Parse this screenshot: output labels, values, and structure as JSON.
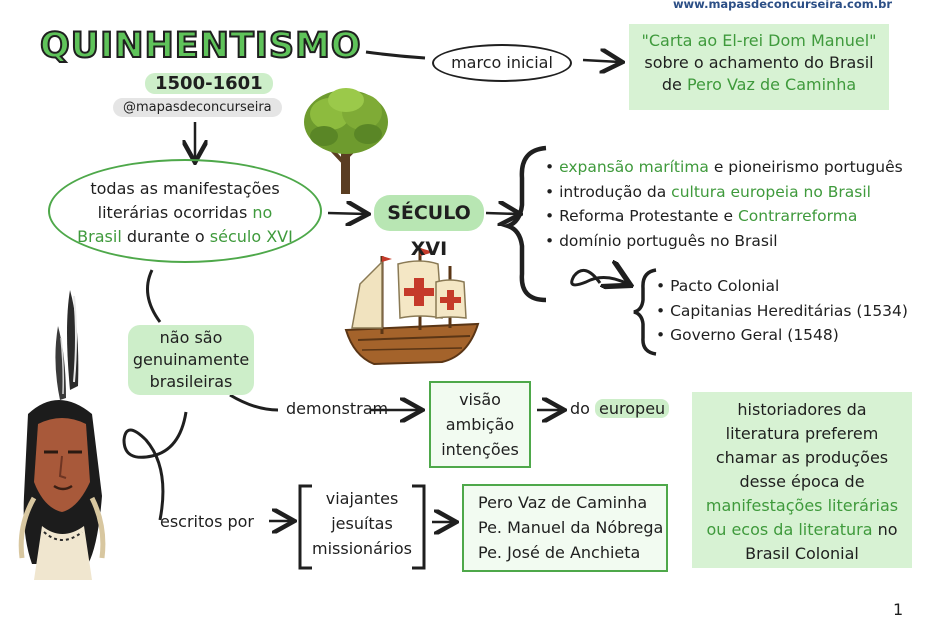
{
  "site": "www.mapasdeconcurseira.com.br",
  "title": "QUINHENTISMO",
  "dates": "1500-1601",
  "handle": "@mapasdeconcurseira",
  "marco": "marco inicial",
  "carta": {
    "line1": "\"Carta ao El-rei Dom Manuel\"",
    "line2": "sobre o achamento do Brasil",
    "line3_prefix": "de",
    "line3_name": "Pero Vaz de Caminha"
  },
  "definicao": {
    "line1": "todas as manifestações",
    "line2_a": "literárias ocorridas",
    "line2_b": "no",
    "line3_a": "Brasil",
    "line3_b": "durante o",
    "line3_c": "século XVI"
  },
  "seculo": "SÉCULO XVI",
  "seculo_items": [
    {
      "green": "expansão marítima",
      "rest": " e pioneirismo português",
      "lead": ""
    },
    {
      "lead": "introdução da ",
      "green": "cultura europeia no Brasil",
      "rest": ""
    },
    {
      "lead": "Reforma Protestante e ",
      "green": "Contrarreforma",
      "rest": ""
    },
    {
      "lead": "domínio português no Brasil",
      "green": "",
      "rest": ""
    }
  ],
  "dominio_items": [
    "Pacto Colonial",
    "Capitanias Hereditárias (1534)",
    "Governo Geral (1548)"
  ],
  "nao_sao": [
    "não são",
    "genuinamente",
    "brasileiras"
  ],
  "demonstram": "demonstram",
  "visao": [
    "visão",
    "ambição",
    "intenções"
  ],
  "do_europeu": {
    "prefix": "do",
    "word": "europeu"
  },
  "historiadores": {
    "lines": [
      "historiadores da",
      "literatura preferem",
      "chamar as produções",
      "desse época de"
    ],
    "green1": "manifestações literárias",
    "green2": "ou ecos da literatura",
    "after_green": " no",
    "last": "Brasil Colonial"
  },
  "escritos_por": "escritos por",
  "autores_tipo": [
    "viajantes",
    "jesuítas",
    "missionários"
  ],
  "autores": [
    "Pero Vaz de Caminha",
    "Pe. Manuel da Nóbrega",
    "Pe. José de Anchieta"
  ],
  "page_number": "1",
  "colors": {
    "accent_green": "#3f9a3c",
    "highlight_green": "#cdeec9",
    "box_green": "#d7f2d3",
    "title_fill": "#5fc35a"
  },
  "icons": [
    "tree-illustration",
    "caravel-ship-illustration",
    "native-chief-portrait"
  ]
}
